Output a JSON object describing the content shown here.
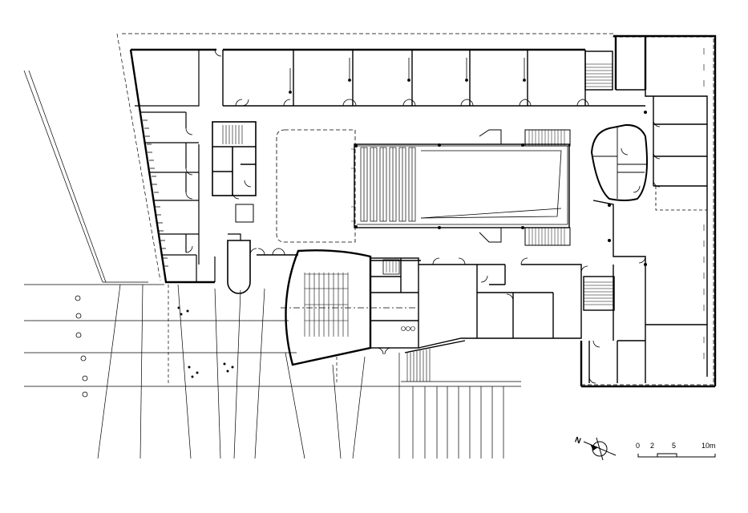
{
  "drawing": {
    "type": "architectural floor plan",
    "line_color": "#000000",
    "background_color": "#ffffff",
    "north_arrow": {
      "label": "N",
      "icon": "north-arrow-icon"
    },
    "scale_bar": {
      "ticks": [
        "0",
        "2",
        "5",
        "10m"
      ]
    }
  }
}
